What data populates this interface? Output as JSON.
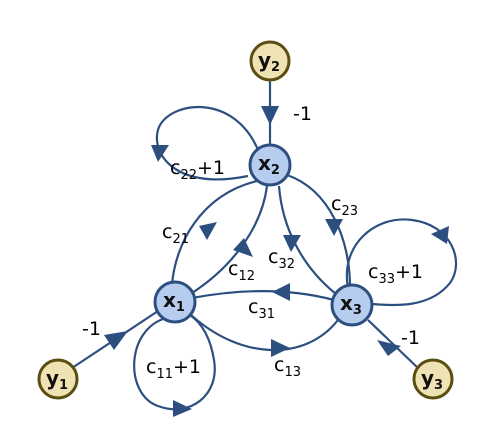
{
  "nodes": {
    "x1": {
      "base": "x",
      "sub": "1"
    },
    "x2": {
      "base": "x",
      "sub": "2"
    },
    "x3": {
      "base": "x",
      "sub": "3"
    },
    "y1": {
      "base": "y",
      "sub": "1"
    },
    "y2": {
      "base": "y",
      "sub": "2"
    },
    "y3": {
      "base": "y",
      "sub": "3"
    }
  },
  "edge_labels": {
    "y1_x1": "-1",
    "y2_x2": "-1",
    "y3_x3": "-1",
    "c11": {
      "base": "c",
      "sub": "11",
      "suffix": "+1"
    },
    "c22": {
      "base": "c",
      "sub": "22",
      "suffix": "+1"
    },
    "c33": {
      "base": "c",
      "sub": "33",
      "suffix": "+1"
    },
    "c12": {
      "base": "c",
      "sub": "12"
    },
    "c21": {
      "base": "c",
      "sub": "21"
    },
    "c13": {
      "base": "c",
      "sub": "13"
    },
    "c31": {
      "base": "c",
      "sub": "31"
    },
    "c23": {
      "base": "c",
      "sub": "23"
    },
    "c32": {
      "base": "c",
      "sub": "32"
    }
  }
}
